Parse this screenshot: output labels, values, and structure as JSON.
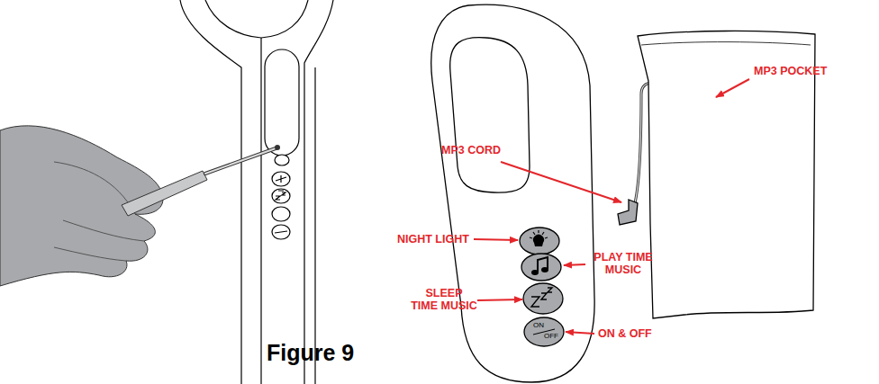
{
  "diagram": {
    "caption": "Figure 9",
    "labels": [
      "MP3 CORD",
      "MP3 POCKET",
      "NIGHT LIGHT",
      "PLAY TIME MUSIC",
      "SLEEP TIME MUSIC",
      "ON & OFF",
      "ON",
      "OFF"
    ]
  }
}
